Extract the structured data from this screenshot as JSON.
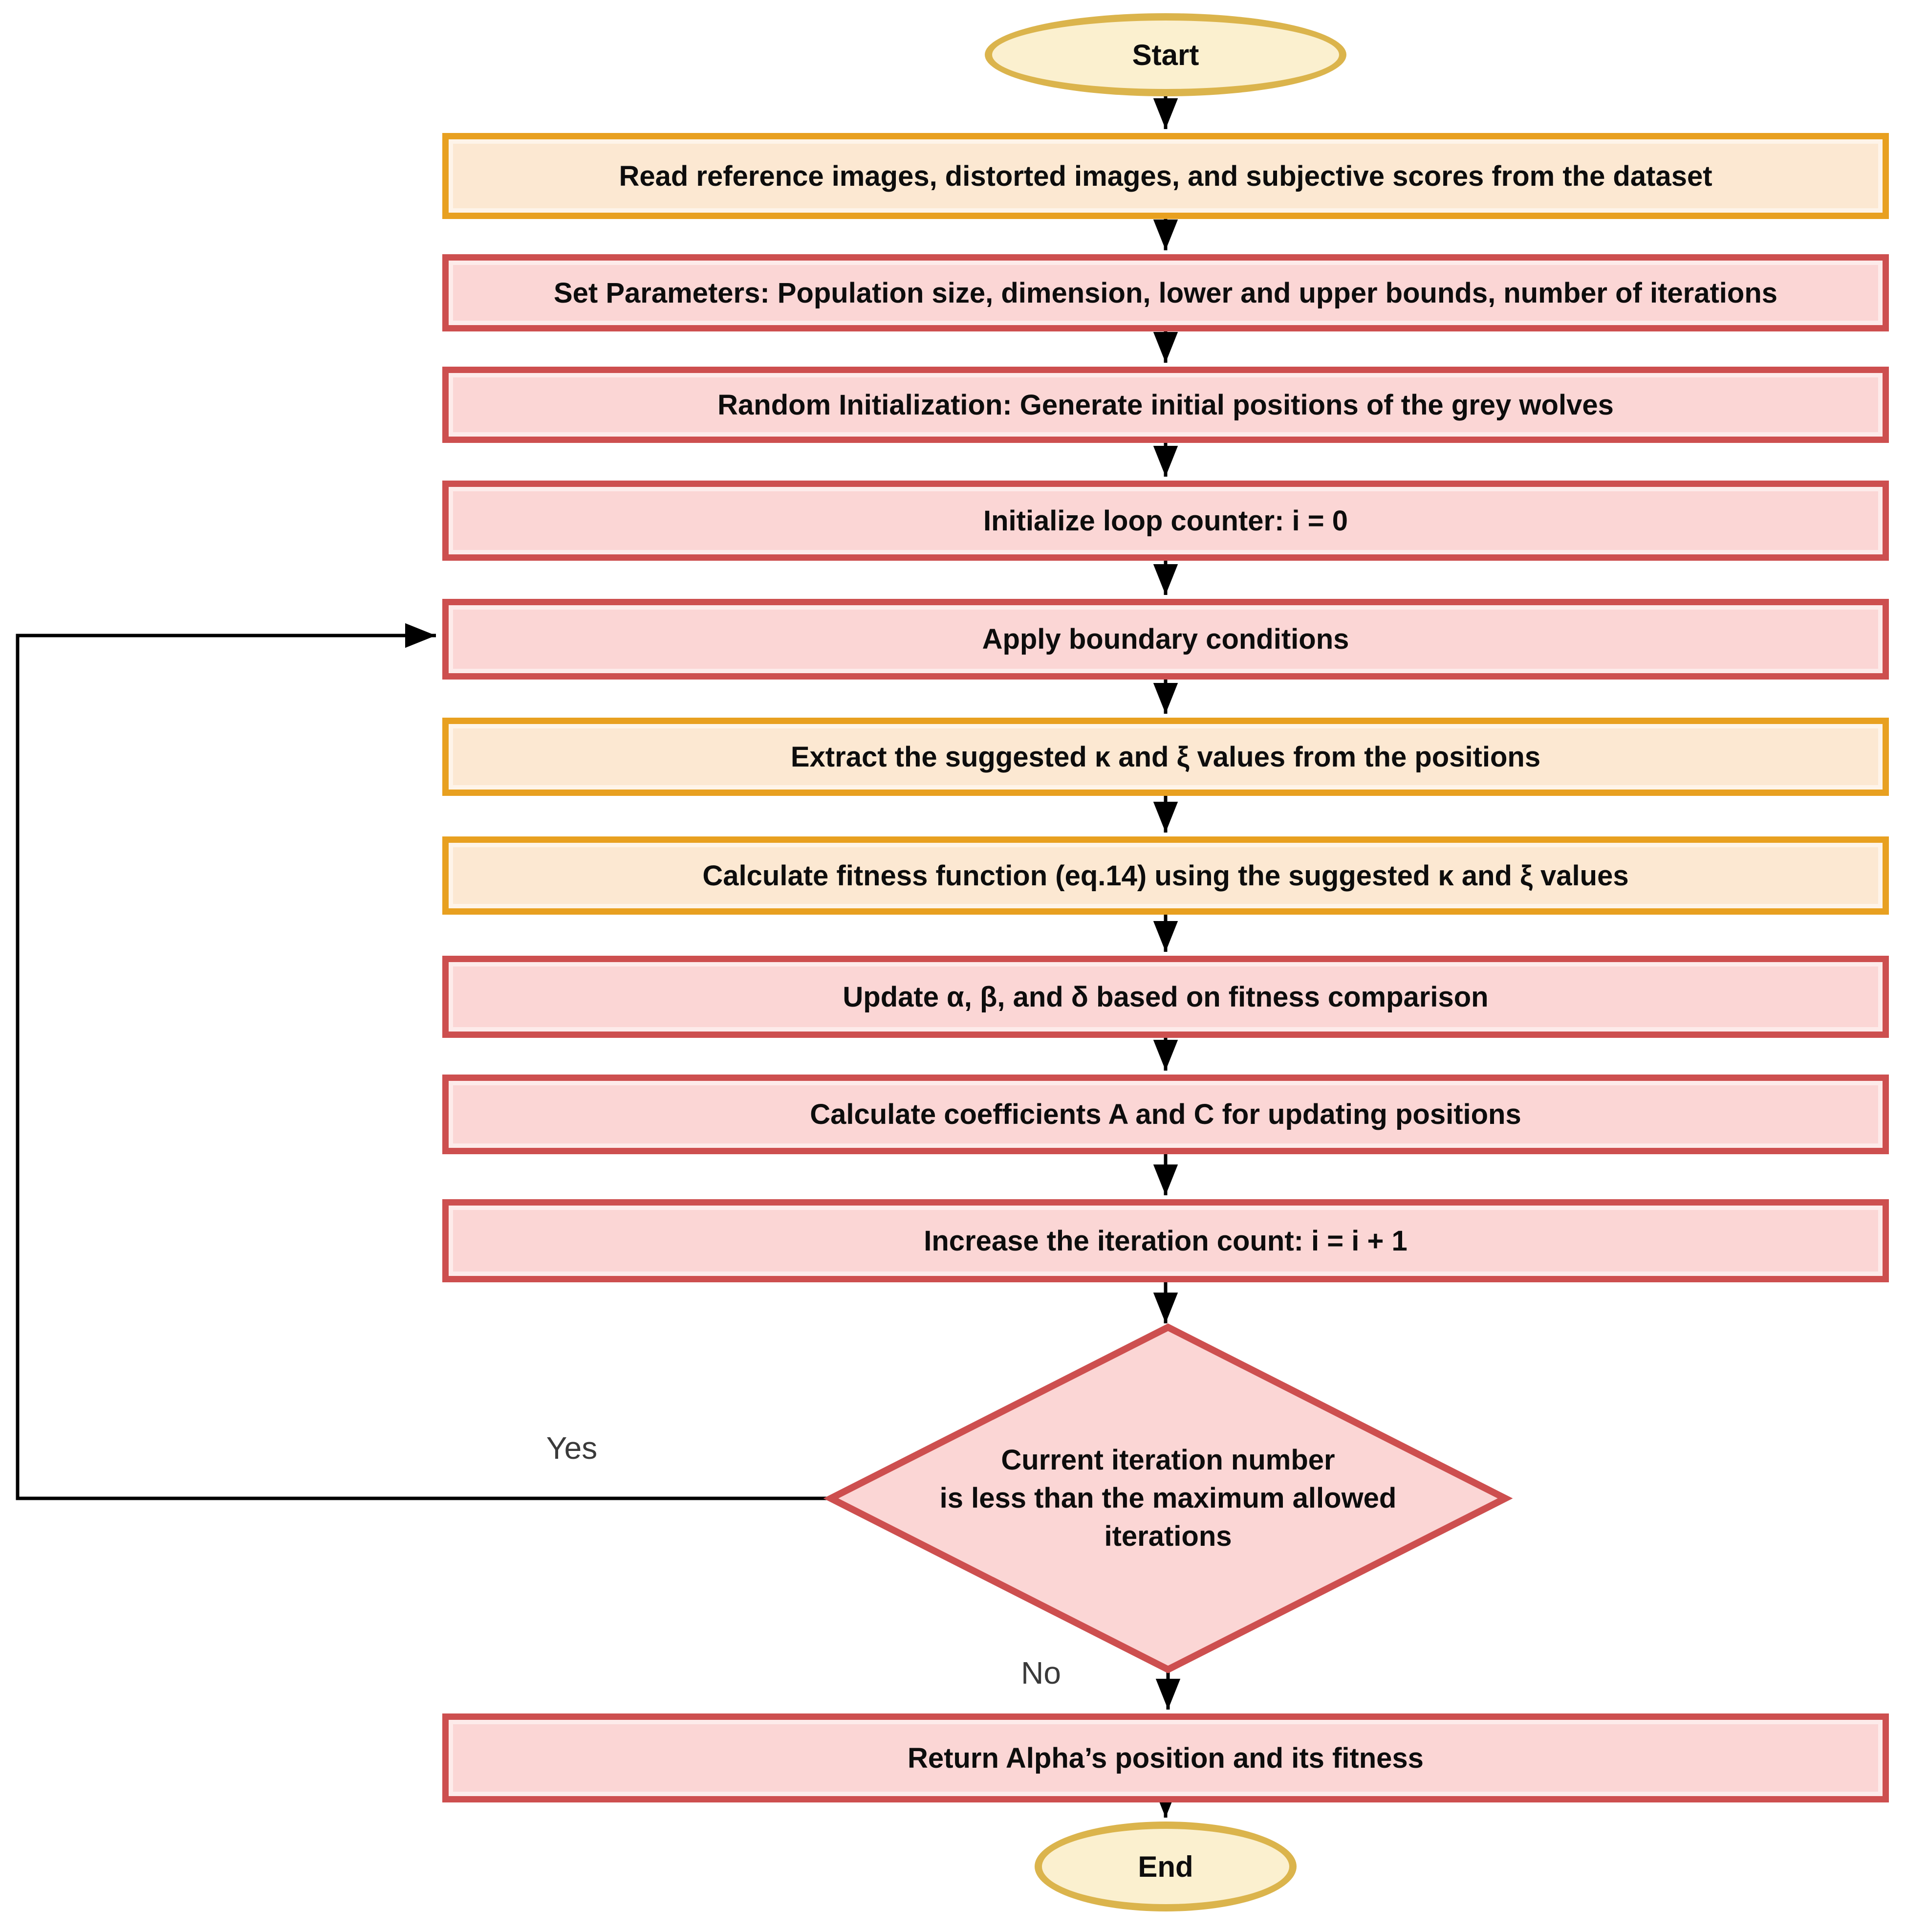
{
  "flowchart": {
    "nodes": [
      {
        "id": "start",
        "type": "terminator",
        "label": "Start"
      },
      {
        "id": "read-dataset",
        "type": "data",
        "label": "Read reference images, distorted images, and subjective scores from the dataset"
      },
      {
        "id": "set-parameters",
        "type": "process",
        "label": "Set Parameters: Population size, dimension, lower and upper bounds, number of iterations"
      },
      {
        "id": "random-initialization",
        "type": "process",
        "label": "Random Initialization: Generate initial positions of the grey wolves"
      },
      {
        "id": "initialize-loop-counter",
        "type": "process",
        "label": "Initialize loop counter: i = 0"
      },
      {
        "id": "apply-boundary-conditions",
        "type": "process",
        "label": "Apply boundary conditions"
      },
      {
        "id": "extract-kappa-xi",
        "type": "data",
        "label": "Extract the suggested κ and ξ values from the positions"
      },
      {
        "id": "calculate-fitness",
        "type": "data",
        "label": "Calculate fitness function (eq.14) using the suggested κ and ξ values"
      },
      {
        "id": "update-alpha-beta-delta",
        "type": "process",
        "label": "Update α, β, and δ based on fitness comparison"
      },
      {
        "id": "calculate-coefficients",
        "type": "process",
        "label": "Calculate coefficients A and C for updating positions"
      },
      {
        "id": "increase-iteration-count",
        "type": "process",
        "label": "Increase the iteration count: i = i + 1"
      },
      {
        "id": "iteration-check",
        "type": "decision",
        "label": "Current iteration number\nis less than the maximum allowed\niterations"
      },
      {
        "id": "return-alpha",
        "type": "process",
        "label": "Return Alpha’s position and its fitness"
      },
      {
        "id": "end",
        "type": "terminator",
        "label": "End"
      }
    ],
    "edge_labels": {
      "yes": "Yes",
      "no": "No"
    },
    "colors": {
      "process_border": "#cd4f4f",
      "process_fill": "#fbd6d5",
      "data_border": "#e8a020",
      "data_fill": "#fce8d2",
      "terminator_border": "#dbb44c",
      "terminator_fill": "#fbf0cf",
      "connector": "#000000"
    }
  }
}
